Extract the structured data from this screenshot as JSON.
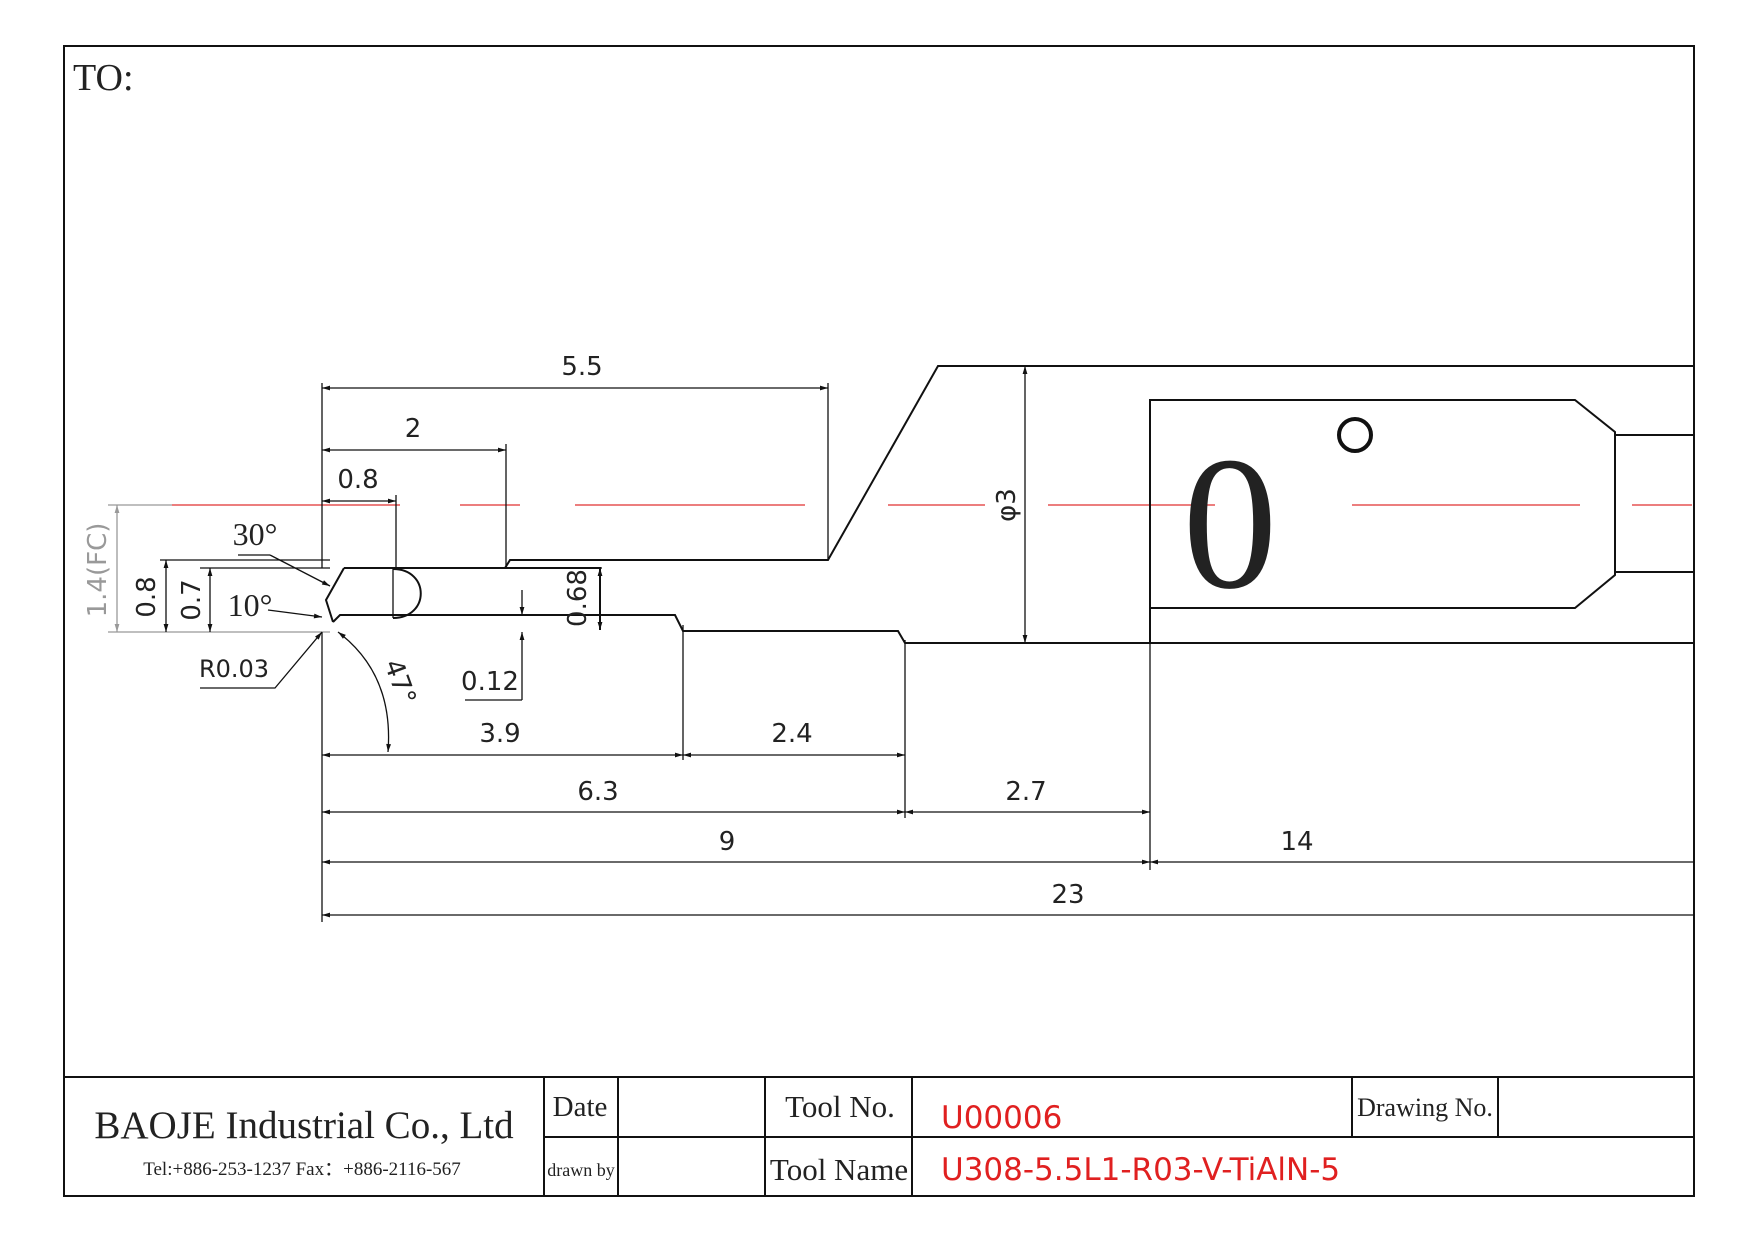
{
  "header": {
    "to_label": "TO:"
  },
  "drawing": {
    "angle_label": "0",
    "dimensions": {
      "d_5_5": "5.5",
      "d_2": "2",
      "d_0_8_top": "0.8",
      "d_30deg": "30°",
      "d_10deg": "10°",
      "d_1_4_fc": "1.4(FC)",
      "d_0_8_left": "0.8",
      "d_0_7": "0.7",
      "d_r003": "R0.03",
      "d_47deg": "47°",
      "d_0_12": "0.12",
      "d_0_68": "0.68",
      "d_phi3": "φ3",
      "d_3_9": "3.9",
      "d_2_4": "2.4",
      "d_6_3": "6.3",
      "d_2_7": "2.7",
      "d_9": "9",
      "d_14": "14",
      "d_23": "23"
    }
  },
  "title_block": {
    "company": "BAOJE Industrial Co., Ltd",
    "contact": "Tel:+886-253-1237    Fax：+886-2116-567",
    "date_label": "Date",
    "date_value": "",
    "drawn_by_label": "drawn by",
    "drawn_by_value": "",
    "tool_no_label": "Tool No.",
    "tool_no_value": "U00006",
    "tool_name_label": "Tool Name",
    "tool_name_value": "U308-5.5L1-R03-V-TiAlN-5",
    "drawing_no_label": "Drawing No.",
    "drawing_no_value": ""
  },
  "colors": {
    "accent_red": "#e02020",
    "center_line": "#e03030"
  }
}
